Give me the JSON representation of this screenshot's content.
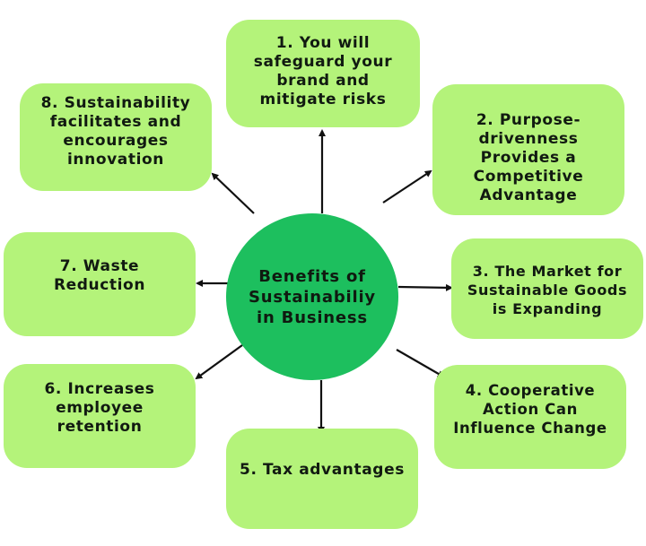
{
  "diagram": {
    "type": "hub-and-spoke",
    "center": {
      "label": "Benefits of\nSustainabiliy\nin Business",
      "color": "#1dbf5e"
    },
    "box_color": "#b4f37a",
    "text_color": "#111a11",
    "arrow_color": "#111111",
    "nodes": [
      {
        "id": 1,
        "label": "1. You will\nsafeguard your\nbrand and\nmitigate risks"
      },
      {
        "id": 2,
        "label": "2. Purpose-\ndrivenness\nProvides a\nCompetitive\nAdvantage"
      },
      {
        "id": 3,
        "label": "3. The Market for\nSustainable Goods\nis Expanding"
      },
      {
        "id": 4,
        "label": "4. Cooperative\nAction Can\nInfluence Change"
      },
      {
        "id": 5,
        "label": "5. Tax advantages"
      },
      {
        "id": 6,
        "label": "6. Increases\nemployee\nretention"
      },
      {
        "id": 7,
        "label": "7. Waste\nReduction"
      },
      {
        "id": 8,
        "label": "8. Sustainability\nfacilitates and\nencourages\ninnovation"
      }
    ]
  }
}
